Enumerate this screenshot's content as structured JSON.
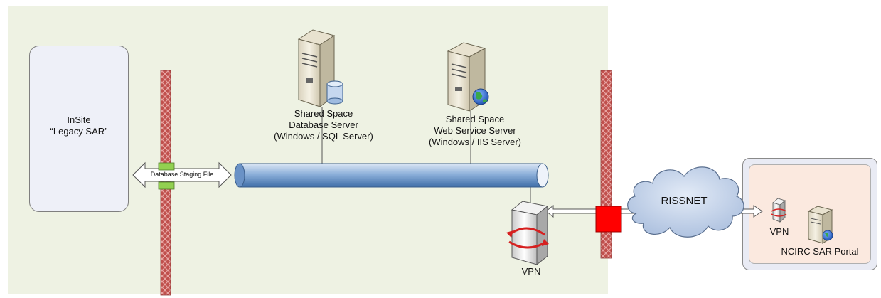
{
  "diagram": {
    "legacy_system": {
      "name": "InSite",
      "subtitle": "“Legacy SAR”"
    },
    "staging_arrow_label": "Database Staging File",
    "db_server": {
      "line1": "Shared Space",
      "line2": "Database Server",
      "line3": "(Windows / SQL Server)"
    },
    "web_server": {
      "line1": "Shared Space",
      "line2": "Web Service Server",
      "line3": "(Windows / IIS Server)"
    },
    "vpn_main_label": "VPN",
    "cloud_label": "RISSNET",
    "portal": {
      "vpn_label": "VPN",
      "server_label": "NCIRC SAR Portal"
    }
  },
  "colors": {
    "zone_background": "#eef2e3",
    "firewall": "#c0504d",
    "pipe": "#4f81bd",
    "staging_port": "#92d050",
    "vpn_port": "#ff0000",
    "cloud": "#b4c6e7",
    "portal_background": "#fbe9df"
  }
}
